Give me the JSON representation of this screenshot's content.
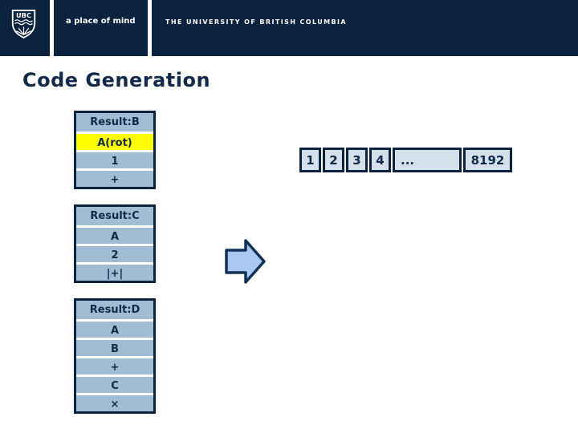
{
  "colors": {
    "navy": "#0c2340",
    "text_navy": "#13294a",
    "stack_fill": "#a2bdd3",
    "highlight_yellow": "#ffff00",
    "array_fill": "#d4e0ea",
    "arrow_fill": "#a9c9f2",
    "white": "#ffffff"
  },
  "header": {
    "logo_text": "UBC",
    "tagline": "a place of mind",
    "university": "THE UNIVERSITY OF BRITISH COLUMBIA"
  },
  "title": "Code Generation",
  "stacks": [
    {
      "header": "Result:B",
      "rows": [
        "A(rot)",
        "1",
        "+"
      ],
      "highlighted_row": "A(rot)"
    },
    {
      "header": "Result:C",
      "rows": [
        "A",
        "2",
        "|+|"
      ]
    },
    {
      "header": "Result:D",
      "rows": [
        "A",
        "B",
        "+",
        "C",
        "×"
      ]
    }
  ],
  "array": {
    "cells": [
      "1",
      "2",
      "3",
      "4",
      "...",
      "8192"
    ]
  }
}
